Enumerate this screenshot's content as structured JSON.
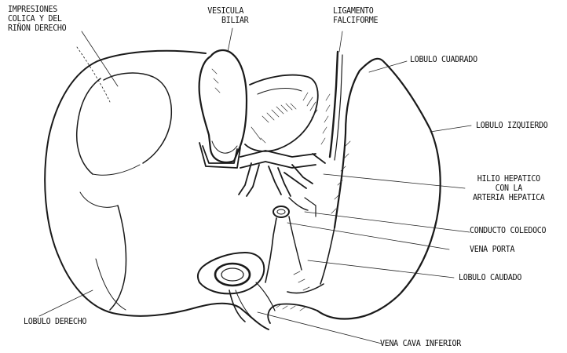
{
  "diagram": {
    "labels": {
      "impresiones": [
        "IMPRESIONES",
        "COLICA Y DEL",
        "RIÑON DERECHO"
      ],
      "vesicula": [
        "VESICULA",
        "BILIAR"
      ],
      "ligamento": [
        "LIGAMENTO",
        "FALCIFORME"
      ],
      "lobulo_cuadrado": "LOBULO CUADRADO",
      "lobulo_izquierdo": "LOBULO IZQUIERDO",
      "hilio": [
        "HILIO HEPATICO",
        "CON LA",
        "ARTERIA HEPATICA"
      ],
      "conducto_coledoco": "CONDUCTO COLEDOCO",
      "vena_porta": "VENA PORTA",
      "lobulo_caudado": "LOBULO CAUDADO",
      "lobulo_derecho": "LOBULO DERECHO",
      "vena_cava": "VENA CAVA INFERIOR"
    },
    "colors": {
      "ink": "#1a1a1a",
      "paper": "#ffffff"
    }
  }
}
